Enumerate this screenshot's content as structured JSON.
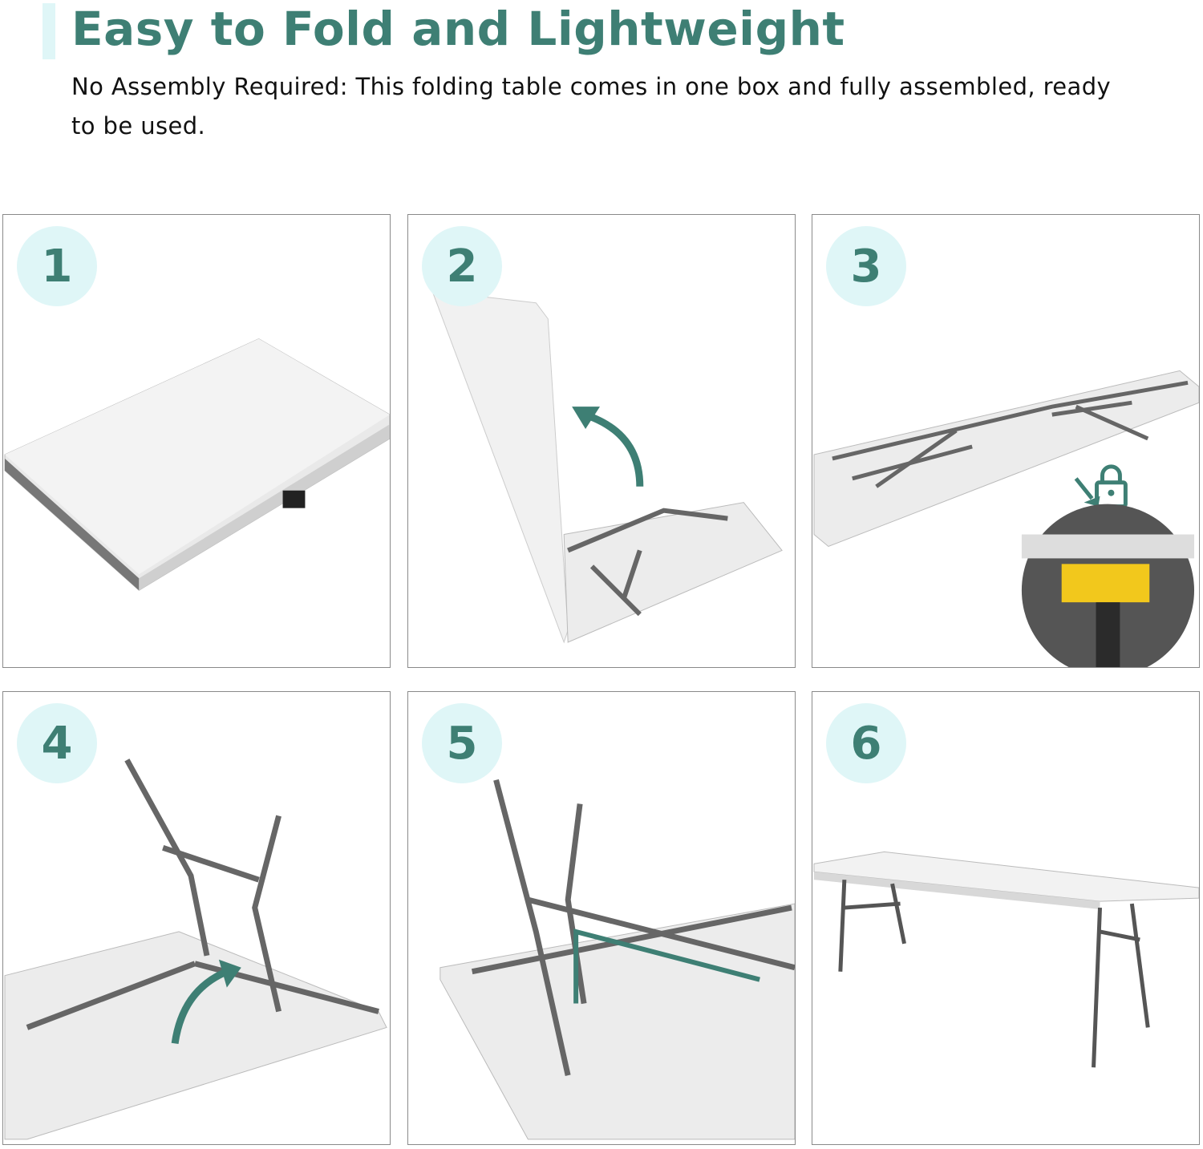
{
  "header": {
    "title": "Easy to Fold and Lightweight",
    "subtitle": "No Assembly Required: This folding table comes in one box and fully assembled, ready to be used."
  },
  "steps": [
    {
      "number": "1"
    },
    {
      "number": "2"
    },
    {
      "number": "3"
    },
    {
      "number": "4"
    },
    {
      "number": "5"
    },
    {
      "number": "6"
    }
  ],
  "colors": {
    "accent": "#3e7f74",
    "badge_bg": "#dff6f7",
    "latch": "#f2c81c"
  }
}
